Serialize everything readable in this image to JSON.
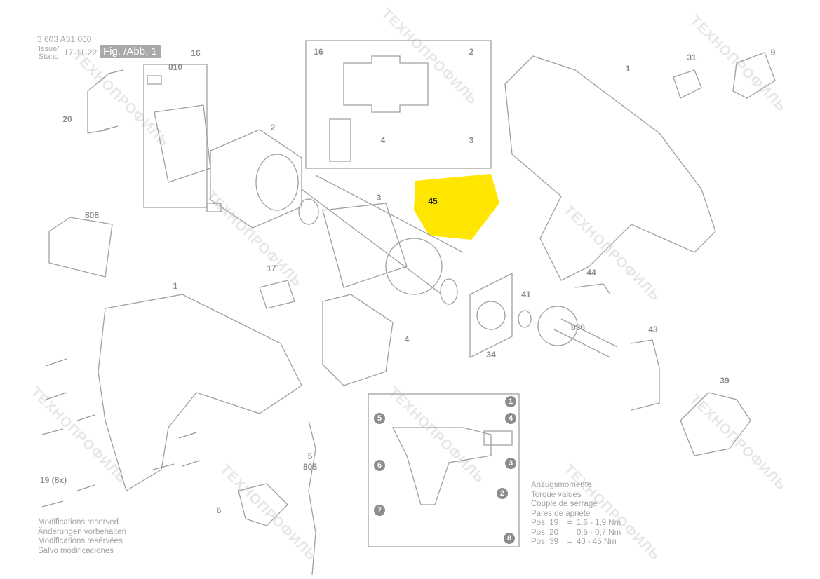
{
  "header": {
    "part_number": "3 603 A31 000",
    "issue_label": "Issue/",
    "stand_label": "Stand",
    "date": "17-11-22",
    "figure": "Fig. /Abb. 1"
  },
  "highlight_color": "#ffe600",
  "watermark": "ТЕХНОПРОФИЛЬ",
  "labels": {
    "p16": "16",
    "p810": "810",
    "p20": "20",
    "p2": "2",
    "p808": "808",
    "p17": "17",
    "p1a": "1",
    "p4a": "4",
    "p19": "19 (8x)",
    "p5": "5",
    "p805": "805",
    "p6": "6",
    "in16": "16",
    "in2": "2",
    "in4": "4",
    "in3": "3",
    "p3": "3",
    "p45": "45",
    "p1b": "1",
    "p31": "31",
    "p9": "9",
    "p44": "44",
    "p41": "41",
    "p836": "836",
    "p43": "43",
    "p34": "34",
    "p39": "39"
  },
  "callouts": {
    "c1": "1",
    "c4": "4",
    "c3": "3",
    "c2": "2",
    "c8": "8",
    "c5": "5",
    "c6": "6",
    "c7": "7"
  },
  "notes": [
    "Modifications reserved",
    "Änderungen vorbehalten",
    "Modifications resérvées",
    "Salvo modificaciones"
  ],
  "torque": {
    "lines": [
      "Anzugsmomente",
      "Torque values",
      "Couple de serrage",
      "Pares de apriete"
    ],
    "values": [
      "Pos. 19    =  1,6 - 1,9 Nm",
      "Pos. 20    =  0,5 - 0,7 Nm",
      "Pos. 39    =  40 - 45 Nm"
    ]
  }
}
